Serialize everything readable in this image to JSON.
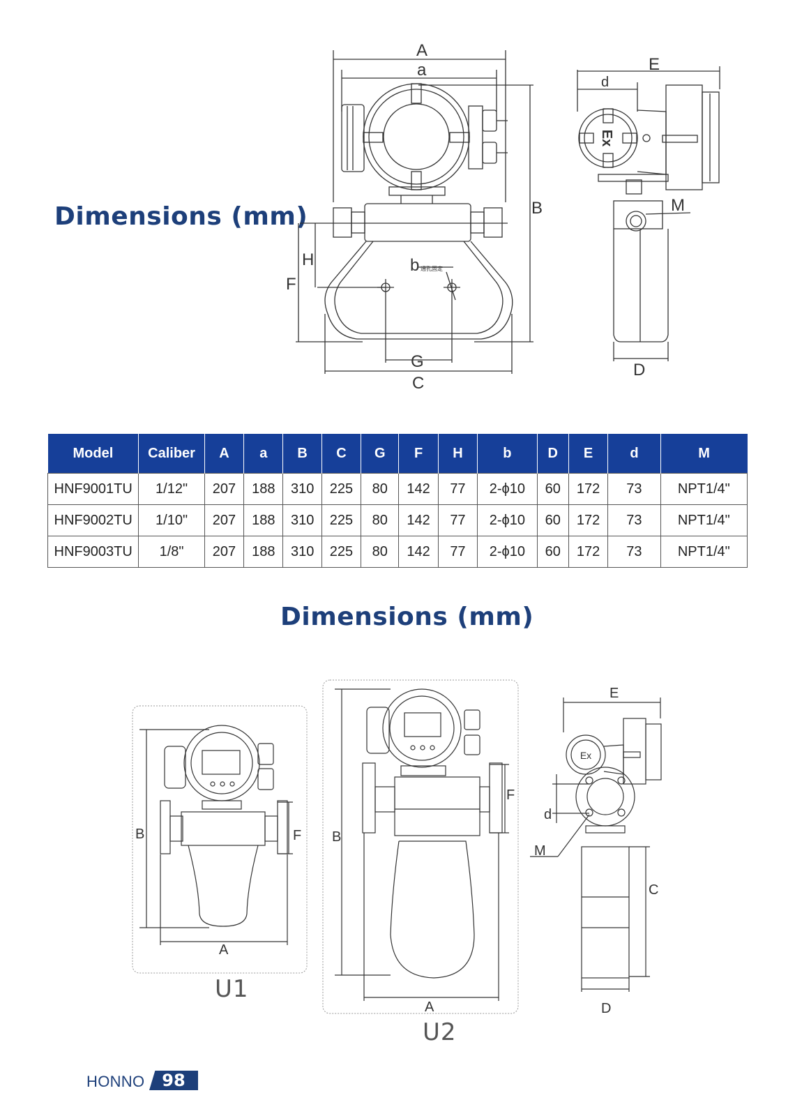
{
  "section1": {
    "title": "Dimensions (mm)"
  },
  "section2": {
    "title": "Dimensions (mm)"
  },
  "drawing1": {
    "labels": [
      "A",
      "a",
      "B",
      "H",
      "F",
      "G",
      "C",
      "b",
      "E",
      "d",
      "M",
      "D"
    ],
    "note": "通孔固定",
    "ex_mark": "Ex"
  },
  "drawing2": {
    "labels": [
      "B",
      "F",
      "A"
    ],
    "caption": "U1"
  },
  "drawing3": {
    "labels": [
      "B",
      "F",
      "A"
    ],
    "caption": "U2"
  },
  "drawing4": {
    "labels": [
      "E",
      "d",
      "M",
      "C",
      "D"
    ],
    "ex_mark": "Ex"
  },
  "table": {
    "headers": [
      "Model",
      "Caliber",
      "A",
      "a",
      "B",
      "C",
      "G",
      "F",
      "H",
      "b",
      "D",
      "E",
      "d",
      "M"
    ],
    "rows": [
      [
        "HNF9001TU",
        "1/12\"",
        "207",
        "188",
        "310",
        "225",
        "80",
        "142",
        "77",
        "2-ϕ10",
        "60",
        "172",
        "73",
        "NPT1/4\""
      ],
      [
        "HNF9002TU",
        "1/10\"",
        "207",
        "188",
        "310",
        "225",
        "80",
        "142",
        "77",
        "2-ϕ10",
        "60",
        "172",
        "73",
        "NPT1/4\""
      ],
      [
        "HNF9003TU",
        "1/8\"",
        "207",
        "188",
        "310",
        "225",
        "80",
        "142",
        "77",
        "2-ϕ10",
        "60",
        "172",
        "73",
        "NPT1/4\""
      ]
    ]
  },
  "footer": {
    "brand": "HONNO",
    "page": "98"
  },
  "colors": {
    "title": "#1d3f7a",
    "table_header": "#163f99"
  }
}
